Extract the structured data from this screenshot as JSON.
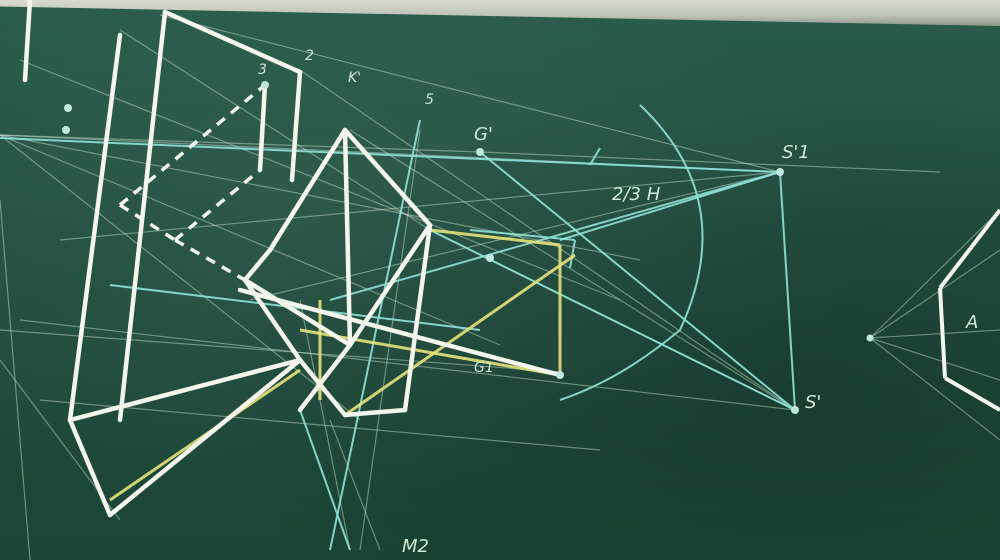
{
  "scene": {
    "labels": {
      "G_prime": "G'",
      "S1_prime": "S'1",
      "S_prime": "S'",
      "G1": "G1",
      "M2": "M2",
      "K_prime": "K'",
      "A": "A",
      "n5": "5",
      "n2": "2",
      "n3": "3",
      "fraction": "2/3 H"
    }
  }
}
